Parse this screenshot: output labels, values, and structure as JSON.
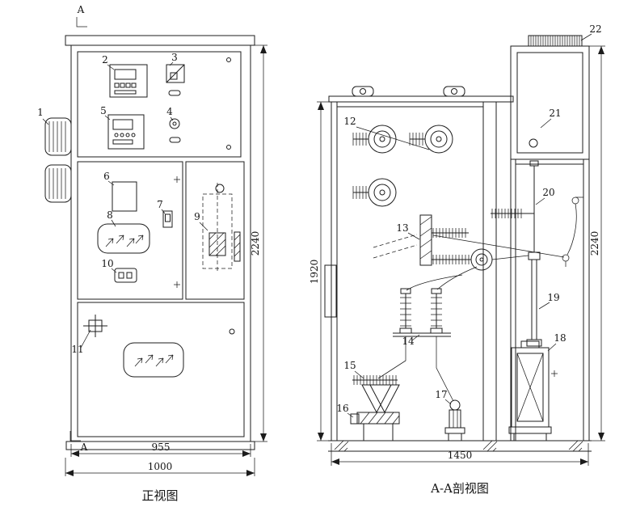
{
  "front_view": {
    "title": "正视图",
    "section_label_top": "A",
    "section_label_bottom": "A",
    "dimensions": {
      "inner_width": "955",
      "outer_width": "1000",
      "height": "2240"
    },
    "callouts": [
      "1",
      "2",
      "3",
      "4",
      "5",
      "6",
      "7",
      "8",
      "9",
      "10",
      "11"
    ]
  },
  "section_view": {
    "title": "A-A剖视图",
    "dimensions": {
      "width": "1450",
      "inner_height": "1920",
      "outer_height": "2240"
    },
    "callouts": [
      "12",
      "13",
      "14",
      "15",
      "16",
      "17",
      "18",
      "19",
      "20",
      "21",
      "22"
    ]
  },
  "colors": {
    "line": "#1c1c1c",
    "background": "#ffffff"
  }
}
